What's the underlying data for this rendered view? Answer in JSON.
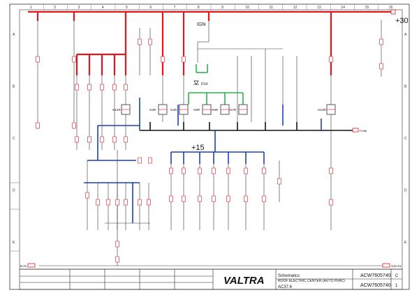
{
  "grid": {
    "columns": [
      "1",
      "2",
      "3",
      "4",
      "5",
      "6",
      "7",
      "8",
      "9",
      "10",
      "11",
      "12",
      "13",
      "14",
      "15",
      "16"
    ],
    "rows": [
      "A",
      "B",
      "C",
      "D",
      "E"
    ]
  },
  "supplies": {
    "plus30": "+30",
    "plus15": "+15",
    "ign": "IGN"
  },
  "components": {
    "relays": [
      "-K14R",
      "-K3R",
      "-K4R",
      "-K5R",
      "-K6R",
      "-K7R",
      "-K13R"
    ],
    "diode": "D14"
  },
  "connectors": {
    "left": "B 21",
    "right": "X12-21",
    "mid_right": "F2/88"
  },
  "title_block": {
    "section": "Schematics",
    "title": "ROOF ELECTRIC CENTER (AUTO HVAC)",
    "part_no": "ACW7605740",
    "part_no_2": "ACW7605740",
    "page": "AC37.6",
    "brand": "VALTRA",
    "sheet_no": "1",
    "revision": "C"
  },
  "colors": {
    "red": "#e0181e",
    "green": "#2bb24c",
    "blue": "#1a3fb3",
    "black": "#111111"
  }
}
